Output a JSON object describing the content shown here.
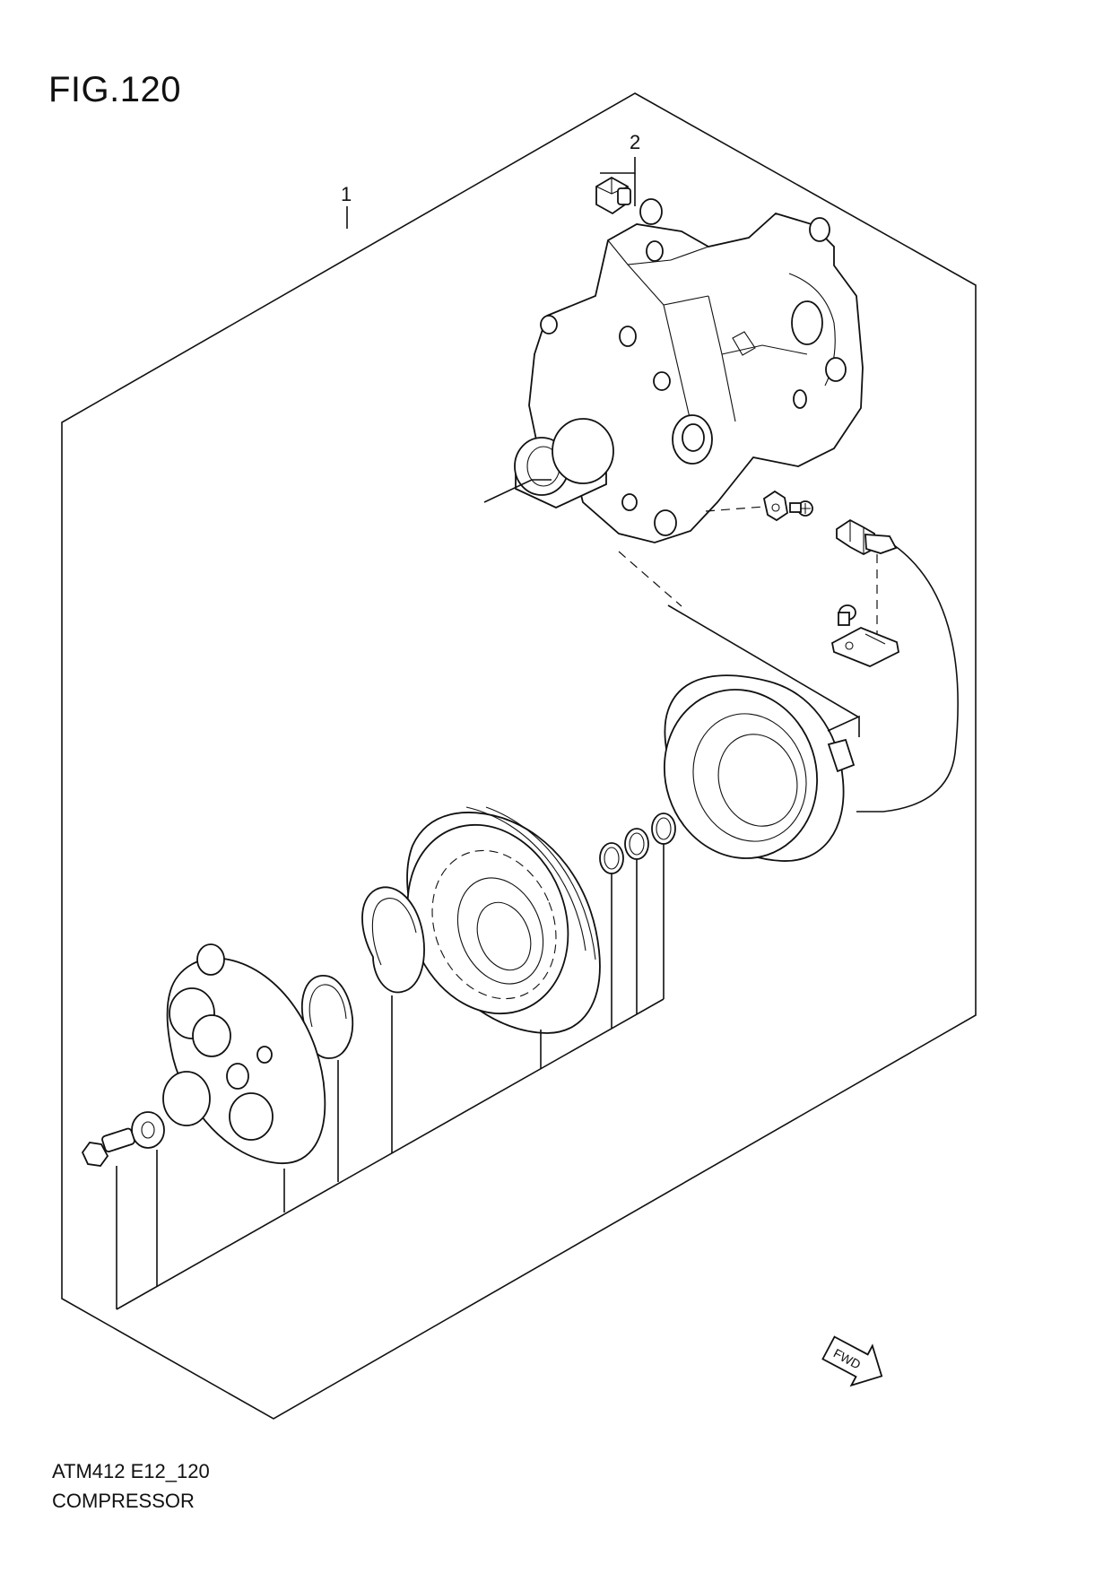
{
  "figure": {
    "title": "FIG.120",
    "callouts": [
      {
        "number": "1",
        "target": "compressor assembly"
      },
      {
        "number": "2",
        "target": "valve"
      }
    ],
    "fwd_label": "FWD",
    "icons": {
      "direction": "fwd-arrow-icon"
    },
    "colors": {
      "line": "#111111",
      "background": "#ffffff"
    }
  },
  "footer": {
    "code": "ATM412 E12_120",
    "name": "COMPRESSOR"
  }
}
